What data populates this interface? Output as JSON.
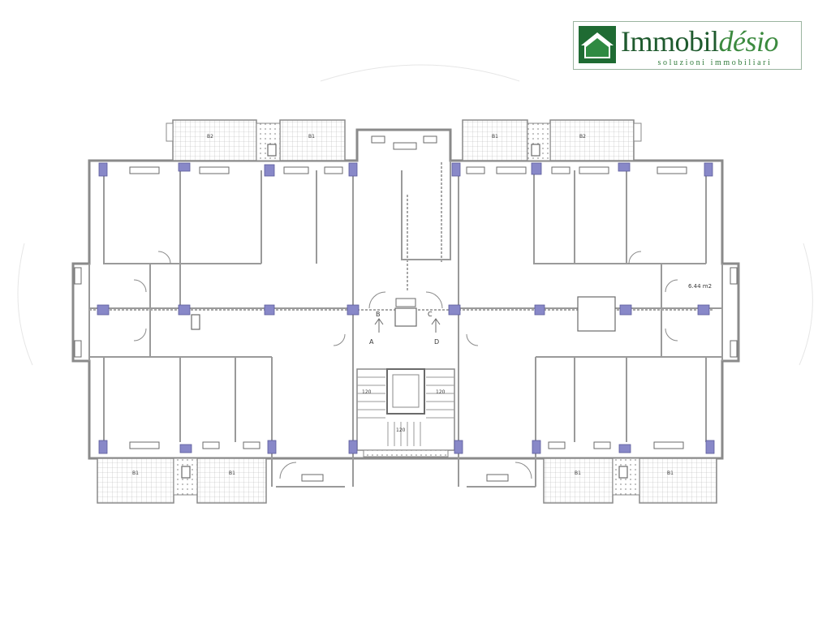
{
  "logo": {
    "name_a": "Immobil",
    "name_b": "désio",
    "tagline": "soluzioni immobiliari"
  },
  "plan": {
    "access_labels": [
      "A",
      "B",
      "C",
      "D"
    ],
    "area_label": "6.44 m2",
    "stair_dims": [
      "120",
      "120",
      "120"
    ],
    "balcony_codes": [
      "B2",
      "B1",
      "B1",
      "B2",
      "B1",
      "B1",
      "B1",
      "B1"
    ],
    "colors": {
      "wall": "#8a8a8a",
      "pillar": "#8888c8",
      "hatch": "#b8b8b8",
      "dim_red": "#c04040"
    }
  }
}
